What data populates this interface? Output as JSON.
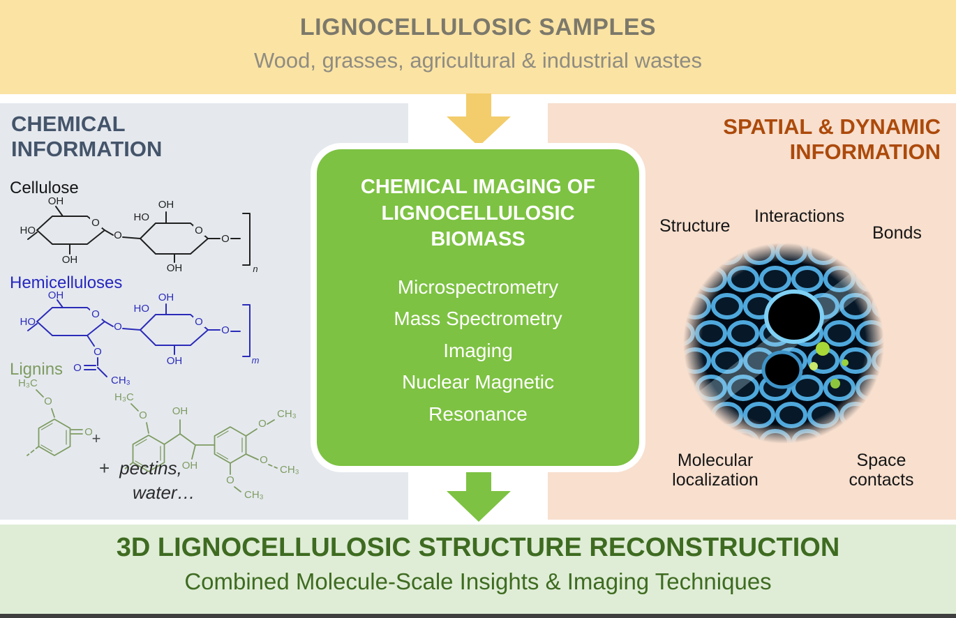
{
  "top_banner": {
    "title": "LIGNOCELLULOSIC SAMPLES",
    "subtitle": "Wood, grasses, agricultural & industrial wastes"
  },
  "left_panel": {
    "title_line1": "CHEMICAL",
    "title_line2": "INFORMATION",
    "cellulose": {
      "label": "Cellulose",
      "subscript": "n"
    },
    "hemicellulose": {
      "label": "Hemicelluloses",
      "subscript": "m"
    },
    "lignins": {
      "label": "Lignins"
    },
    "pectins": {
      "plus": "+",
      "line1": "pectins,",
      "line2": "water…"
    }
  },
  "center_box": {
    "title": "CHEMICAL IMAGING OF LIGNOCELLULOSIC BIOMASS",
    "method_lines": [
      "Microspectrometry",
      "Mass Spectrometry",
      "Imaging",
      "Nuclear Magnetic",
      "Resonance"
    ]
  },
  "right_panel": {
    "title_line1": "SPATIAL & DYNAMIC",
    "title_line2": "INFORMATION",
    "label_structure": "Structure",
    "label_interactions": "Interactions",
    "label_bonds": "Bonds",
    "caption_molecular": "Molecular localization",
    "caption_space": "Space contacts"
  },
  "bottom_banner": {
    "title": "3D LIGNOCELLULOSIC STRUCTURE RECONSTRUCTION",
    "subtitle": "Combined Molecule-Scale Insights & Imaging Techniques"
  },
  "chem": {
    "oh": "OH",
    "ho": "HO",
    "o": "O",
    "ch3": "CH₃",
    "h3c": "H₃C",
    "plus": "+"
  },
  "colors": {
    "top_banner_bg": "#FBE3A3",
    "left_panel_bg": "#E5E9EE",
    "right_panel_bg": "#F8DFCE",
    "green_box": "#7DC242",
    "bottom_banner_bg": "#DFEDD6",
    "left_title": "#44546A",
    "right_title": "#AC4A0B",
    "bottom_text": "#3E6B21",
    "arrow_yellow": "#F3CD6B",
    "hemicellulose_blue": "#2B2BB8",
    "lignin_green": "#7E9B61"
  }
}
